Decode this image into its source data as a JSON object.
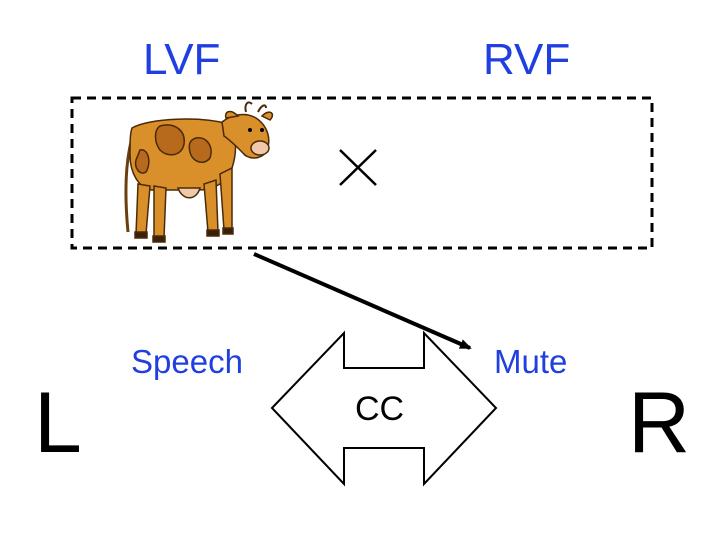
{
  "visual_fields": {
    "left_label": "LVF",
    "right_label": "RVF"
  },
  "hemispheres": {
    "left_letter": "L",
    "right_letter": "R",
    "left_function": "Speech",
    "right_function": "Mute"
  },
  "corpus_callosum": {
    "label": "CC"
  },
  "icons": {
    "stimulus": "cow-icon",
    "blocked": "cross-mark-icon"
  },
  "colors": {
    "label_blue": "#1f3fe0",
    "cow_body": "#d9902a",
    "cow_spots": "#b86a1c",
    "outline": "#000000"
  }
}
